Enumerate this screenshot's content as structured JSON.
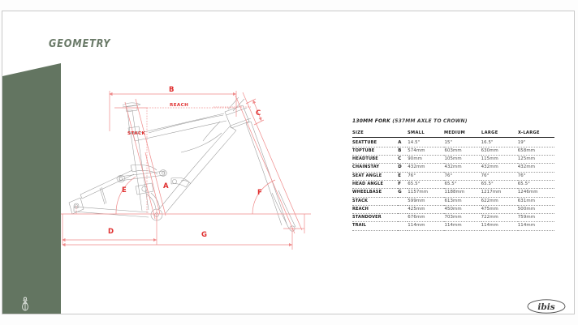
{
  "page": {
    "title": "GEOMETRY",
    "background_color": "#ffffff",
    "accent_green": "#637561",
    "diagram_line_color": "#ef8a8a",
    "brand": "ibis"
  },
  "diagram": {
    "name": "bike-frame-geometry-diagram",
    "labels": [
      {
        "id": "A",
        "text": "A"
      },
      {
        "id": "B",
        "text": "B"
      },
      {
        "id": "C",
        "text": "C"
      },
      {
        "id": "D",
        "text": "D"
      },
      {
        "id": "E",
        "text": "E"
      },
      {
        "id": "F",
        "text": "F"
      },
      {
        "id": "G",
        "text": "G"
      },
      {
        "id": "REACH",
        "text": "REACH"
      },
      {
        "id": "STACK",
        "text": "STACK"
      }
    ]
  },
  "spec_table": {
    "title_bold": "130MM FORK",
    "title_paren": "(537MM AXLE TO CROWN)",
    "columns": [
      "SIZE",
      "",
      "SMALL",
      "MEDIUM",
      "LARGE",
      "X-LARGE"
    ],
    "rows": [
      {
        "name": "SEATTUBE",
        "key": "A",
        "values": [
          "14.5\"",
          "15\"",
          "16.5\"",
          "19\""
        ]
      },
      {
        "name": "TOPTUBE",
        "key": "B",
        "values": [
          "574mm",
          "603mm",
          "630mm",
          "658mm"
        ]
      },
      {
        "name": "HEADTUBE",
        "key": "C",
        "values": [
          "90mm",
          "105mm",
          "115mm",
          "125mm"
        ]
      },
      {
        "name": "CHAINSTAY",
        "key": "D",
        "values": [
          "432mm",
          "432mm",
          "432mm",
          "432mm"
        ]
      },
      {
        "name": "SEAT ANGLE",
        "key": "E",
        "values": [
          "76°",
          "76°",
          "76°",
          "76°"
        ]
      },
      {
        "name": "HEAD ANGLE",
        "key": "F",
        "values": [
          "65.5°",
          "65.5°",
          "65.5°",
          "65.5°"
        ]
      },
      {
        "name": "WHEELBASE",
        "key": "G",
        "values": [
          "1157mm",
          "1188mm",
          "1217mm",
          "1246mm"
        ]
      },
      {
        "name": "STACK",
        "key": "",
        "values": [
          "599mm",
          "613mm",
          "622mm",
          "631mm"
        ]
      },
      {
        "name": "REACH",
        "key": "",
        "values": [
          "425mm",
          "450mm",
          "475mm",
          "500mm"
        ]
      },
      {
        "name": "STANDOVER",
        "key": "",
        "values": [
          "676mm",
          "703mm",
          "722mm",
          "759mm"
        ]
      },
      {
        "name": "TRAIL",
        "key": "",
        "values": [
          "114mm",
          "114mm",
          "114mm",
          "114mm"
        ]
      }
    ]
  }
}
